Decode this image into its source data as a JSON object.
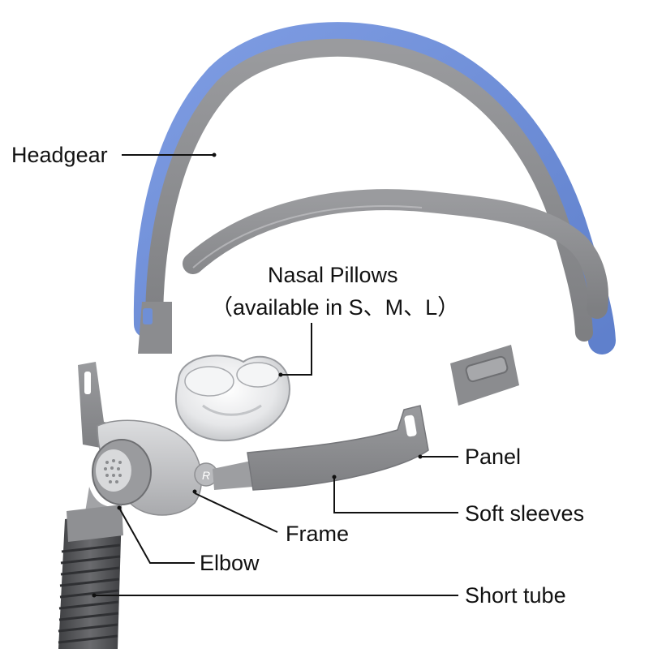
{
  "labels": {
    "headgear": "Headgear",
    "nasal_pillows": "Nasal Pillows",
    "sizes": "（available in S、M、L）",
    "panel": "Panel",
    "soft_sleeves": "Soft sleeves",
    "frame": "Frame",
    "elbow": "Elbow",
    "short_tube": "Short tube"
  },
  "colors": {
    "strap_gray": "#8e8f92",
    "strap_blue": "#6f8fd6",
    "frame_gray": "#c6c7c9",
    "tube_dark": "#4a4b4e",
    "leader_line": "#111111"
  },
  "frame_letter": "R"
}
